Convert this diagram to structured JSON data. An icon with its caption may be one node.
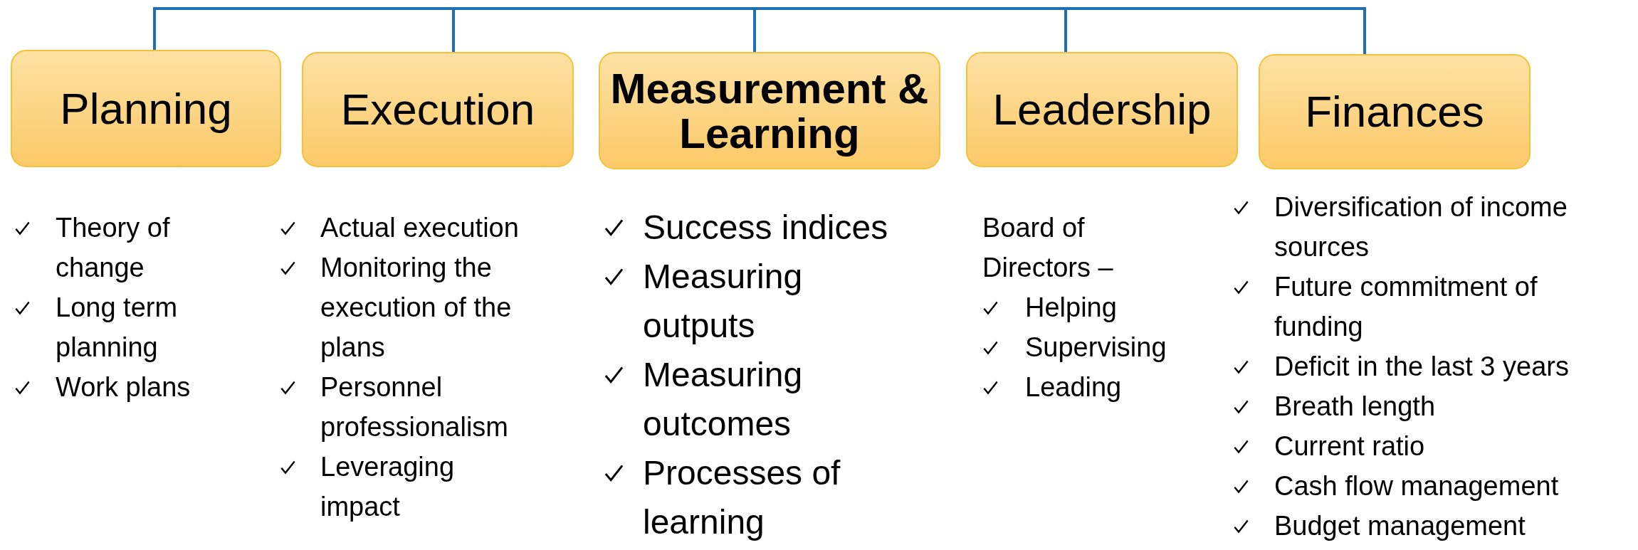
{
  "diagram": {
    "nodes": [
      {
        "text": [
          "Planning"
        ],
        "beside": [
          "Theory of change",
          "Long term planning",
          "Work plans"
        ]
      },
      {
        "text": [
          "Execution"
        ],
        "beside": [
          "Actual execution",
          "Monitoring the execution of the plans",
          "Personnel professionalism",
          "Leveraging impact"
        ]
      },
      {
        "text": [
          "Measurement & Learning"
        ],
        "beside": [
          "Success indices",
          "Measuring outputs",
          "Measuring outcomes",
          "Processes of learning"
        ]
      },
      {
        "text": [
          "Leadership"
        ],
        "beside": [
          "Board of Directors –",
          "Helping",
          "Supervising",
          "Leading"
        ]
      },
      {
        "text": [
          "Finances"
        ],
        "beside": [
          "Diversification of income sources",
          "Future commitment of funding",
          "Deficit in the last 3 years",
          "Breath length",
          "Current ratio",
          "Cash flow management",
          "Budget management"
        ]
      }
    ],
    "edges": [
      {
        "from": 0,
        "to": 1,
        "arrow": "none"
      },
      {
        "from": 1,
        "to": 2,
        "arrow": "none"
      },
      {
        "from": 2,
        "to": 3,
        "arrow": "none"
      },
      {
        "from": 3,
        "to": 4,
        "arrow": "none"
      }
    ]
  }
}
